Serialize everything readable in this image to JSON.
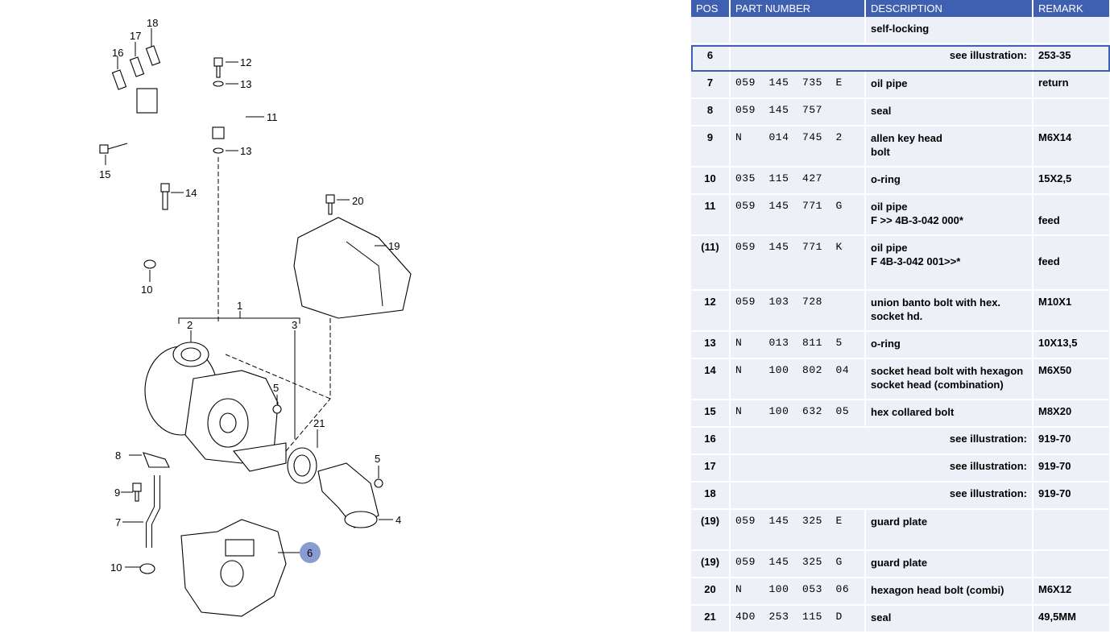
{
  "table": {
    "headers": {
      "pos": "POS",
      "part": "PART NUMBER",
      "desc": "DESCRIPTION",
      "remark": "REMARK"
    },
    "see_label": "see illustration:",
    "rows": [
      {
        "pos": "",
        "part": "",
        "desc": [
          "self-locking"
        ],
        "remark": "",
        "h": 33
      },
      {
        "pos": "6",
        "part": "",
        "see": "253-35",
        "h": 34
      },
      {
        "pos": "7",
        "part": "059  145  735  E",
        "desc": [
          "oil pipe"
        ],
        "remark": "return",
        "h": 34
      },
      {
        "pos": "8",
        "part": "059  145  757",
        "desc": [
          "seal"
        ],
        "remark": "",
        "h": 34
      },
      {
        "pos": "9",
        "part": "N    014  745  2",
        "desc": [
          "allen key head",
          "bolt"
        ],
        "remark": "M6X14",
        "h": 51
      },
      {
        "pos": "10",
        "part": "035  115  427",
        "desc": [
          "o-ring"
        ],
        "remark": "15X2,5",
        "h": 34
      },
      {
        "pos": "11",
        "part": "059  145  771  G",
        "desc": [
          "oil pipe",
          "F           >> 4B-3-042 000*"
        ],
        "remark": [
          "",
          "feed"
        ],
        "h": 51
      },
      {
        "pos": "(11)",
        "part": "059  145  771  K",
        "desc": [
          "oil pipe",
          "F 4B-3-042 001>>*"
        ],
        "remark": [
          "",
          "feed"
        ],
        "h": 68
      },
      {
        "pos": "12",
        "part": "059  103  728",
        "desc": [
          "union banto bolt with hex.",
          "socket hd."
        ],
        "remark": "M10X1",
        "h": 51
      },
      {
        "pos": "13",
        "part": "N    013  811  5",
        "desc": [
          "o-ring"
        ],
        "remark": "10X13,5",
        "h": 34
      },
      {
        "pos": "14",
        "part": "N    100  802  04",
        "desc": [
          "socket head bolt with hexagon",
          "socket head (combination)"
        ],
        "remark": "M6X50",
        "h": 51
      },
      {
        "pos": "15",
        "part": "N    100  632  05",
        "desc": [
          "hex collared bolt"
        ],
        "remark": "M8X20",
        "h": 34
      },
      {
        "pos": "16",
        "part": "",
        "see": "919-70",
        "h": 34
      },
      {
        "pos": "17",
        "part": "",
        "see": "919-70",
        "h": 34
      },
      {
        "pos": "18",
        "part": "",
        "see": "919-70",
        "h": 34
      },
      {
        "pos": "(19)",
        "part": "059  145  325  E",
        "desc": [
          "guard plate"
        ],
        "remark": "",
        "h": 51
      },
      {
        "pos": "(19)",
        "part": "059  145  325  G",
        "desc": [
          "guard plate"
        ],
        "remark": "",
        "h": 34
      },
      {
        "pos": "20",
        "part": "N    100  053  06",
        "desc": [
          "hexagon head bolt (combi)"
        ],
        "remark": "M6X12",
        "h": 34
      },
      {
        "pos": "21",
        "part": "4D0  253  115  D",
        "desc": [
          "seal"
        ],
        "remark": "49,5MM",
        "h": 34
      }
    ]
  },
  "diagram": {
    "callouts": [
      "18",
      "17",
      "16",
      "12",
      "13",
      "11",
      "13",
      "15",
      "14",
      "20",
      "19",
      "10",
      "1",
      "2",
      "3",
      "5",
      "21",
      "8",
      "5",
      "9",
      "7",
      "4",
      "6",
      "10"
    ],
    "highlight_color": "#8a9bd0"
  },
  "colors": {
    "header_bg": "#3f5fb0",
    "row_bg": "#eef0f7",
    "accent": "#3f5fb0"
  }
}
